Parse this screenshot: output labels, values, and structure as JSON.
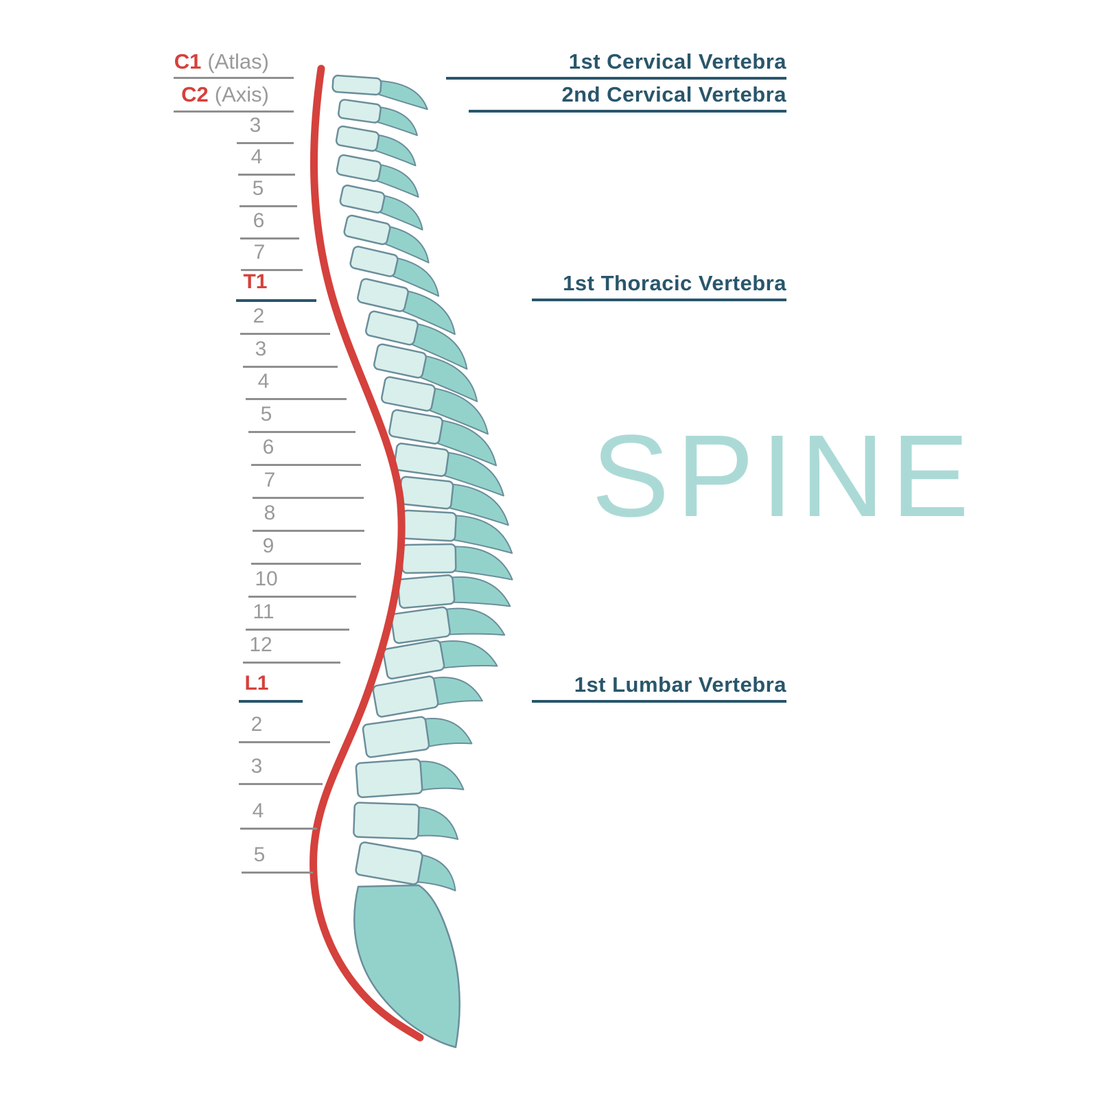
{
  "title": {
    "text": "SPINE"
  },
  "palette": {
    "red": "#d5413c",
    "gray_text": "#9a9a9a",
    "gray_line": "#8f8f8f",
    "navy": "#29566b",
    "teal_body": "#d9efeb",
    "teal_process": "#93d2cb",
    "teal_title": "#abdad6",
    "outline": "#6b8e9b"
  },
  "left_labels": [
    {
      "code": "C1",
      "name": "(Atlas)"
    },
    {
      "code": "C2",
      "name": "(Axis)"
    },
    {
      "code": "3",
      "name": ""
    },
    {
      "code": "4",
      "name": ""
    },
    {
      "code": "5",
      "name": ""
    },
    {
      "code": "6",
      "name": ""
    },
    {
      "code": "7",
      "name": ""
    },
    {
      "code": "T1",
      "name": ""
    },
    {
      "code": "2",
      "name": ""
    },
    {
      "code": "3",
      "name": ""
    },
    {
      "code": "4",
      "name": ""
    },
    {
      "code": "5",
      "name": ""
    },
    {
      "code": "6",
      "name": ""
    },
    {
      "code": "7",
      "name": ""
    },
    {
      "code": "8",
      "name": ""
    },
    {
      "code": "9",
      "name": ""
    },
    {
      "code": "10",
      "name": ""
    },
    {
      "code": "11",
      "name": ""
    },
    {
      "code": "12",
      "name": ""
    },
    {
      "code": "L1",
      "name": ""
    },
    {
      "code": "2",
      "name": ""
    },
    {
      "code": "3",
      "name": ""
    },
    {
      "code": "4",
      "name": ""
    },
    {
      "code": "5",
      "name": ""
    }
  ],
  "right_labels": [
    {
      "text": "1st Cervical Vertebra"
    },
    {
      "text": "2nd Cervical Vertebra"
    },
    {
      "text": "1st Thoracic Vertebra"
    },
    {
      "text": "1st Lumbar Vertebra"
    }
  ]
}
